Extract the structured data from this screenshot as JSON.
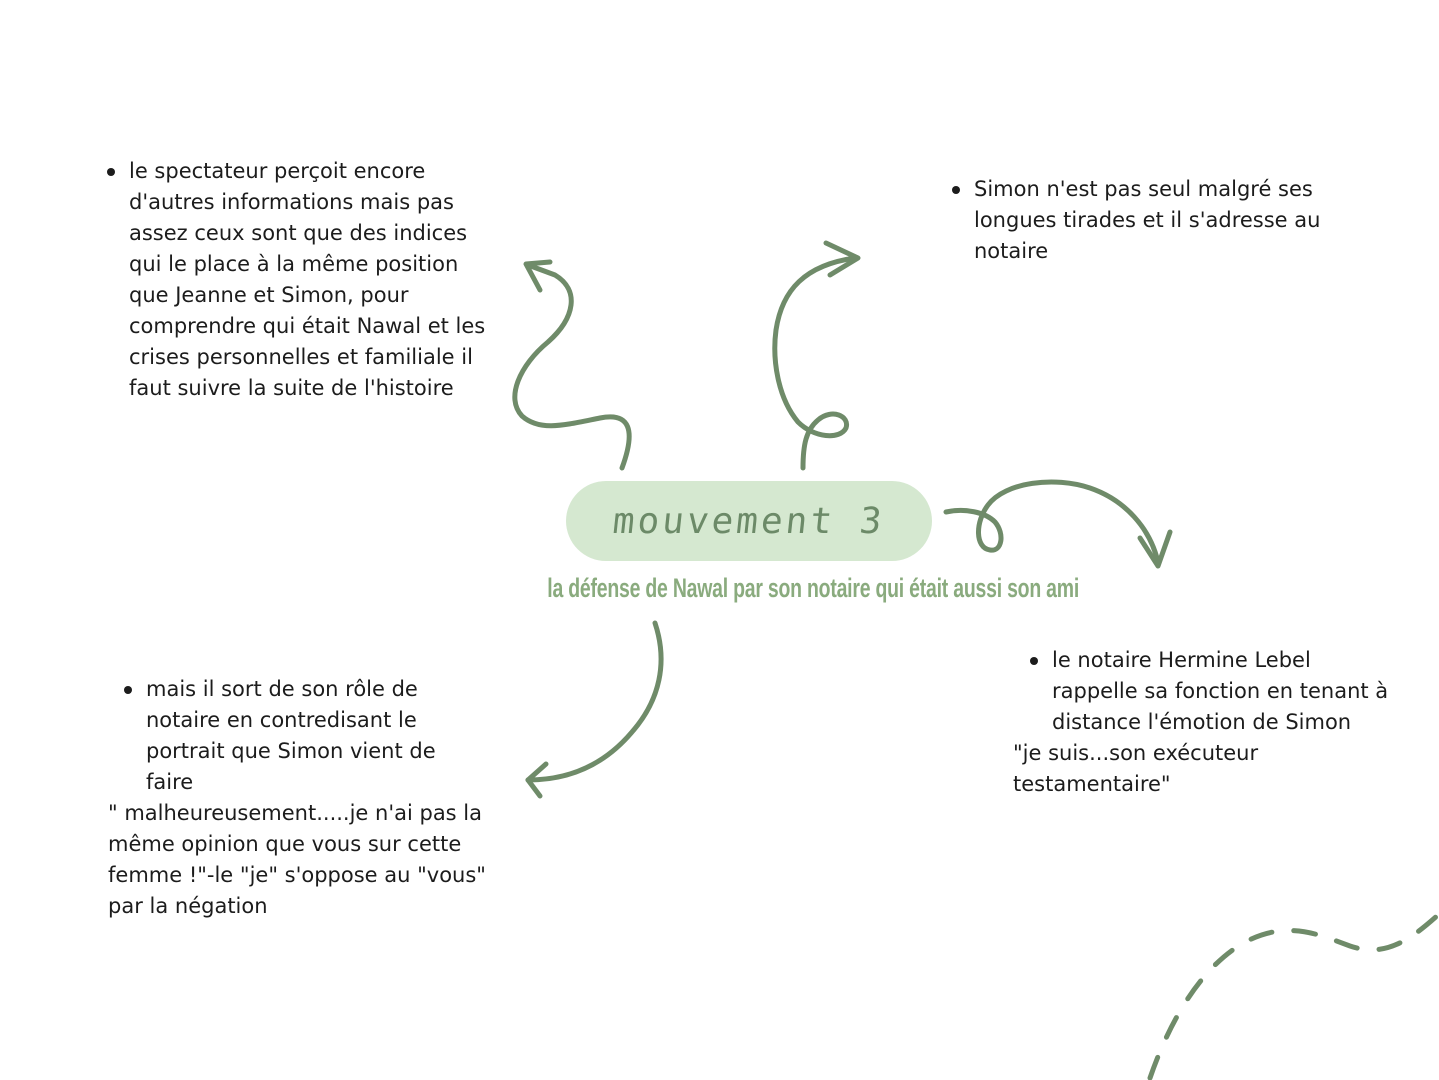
{
  "center": {
    "title": "mouvement 3",
    "subtitle": "la défense de Nawal par son notaire qui était aussi son ami"
  },
  "notes": {
    "top_left": {
      "bullet": "le spectateur perçoit encore d'autres informations mais pas assez ceux sont que des indices qui le place à la même position que Jeanne et Simon, pour comprendre qui était Nawal et les crises personnelles et familiale il faut suivre la suite de l'histoire"
    },
    "top_right": {
      "bullet": "Simon n'est pas seul malgré ses longues tirades et il s'adresse au notaire"
    },
    "bottom_left": {
      "bullet": "mais il sort de son rôle de notaire en contredisant le portrait que Simon vient de faire",
      "quote": "\" malheureusement.....je n'ai pas la même opinion que vous sur cette femme !\"-le \"je\" s'oppose au \"vous\" par la négation"
    },
    "bottom_right": {
      "bullet": "le notaire Hermine Lebel rappelle sa fonction en tenant à distance l'émotion de Simon",
      "quote": "\"je suis...son exécuteur testamentaire\""
    }
  },
  "colors": {
    "arrow": "#6f8b69",
    "pill": "#d5e8d0",
    "title": "#6c8a68",
    "subtitle": "#8aab7e"
  }
}
